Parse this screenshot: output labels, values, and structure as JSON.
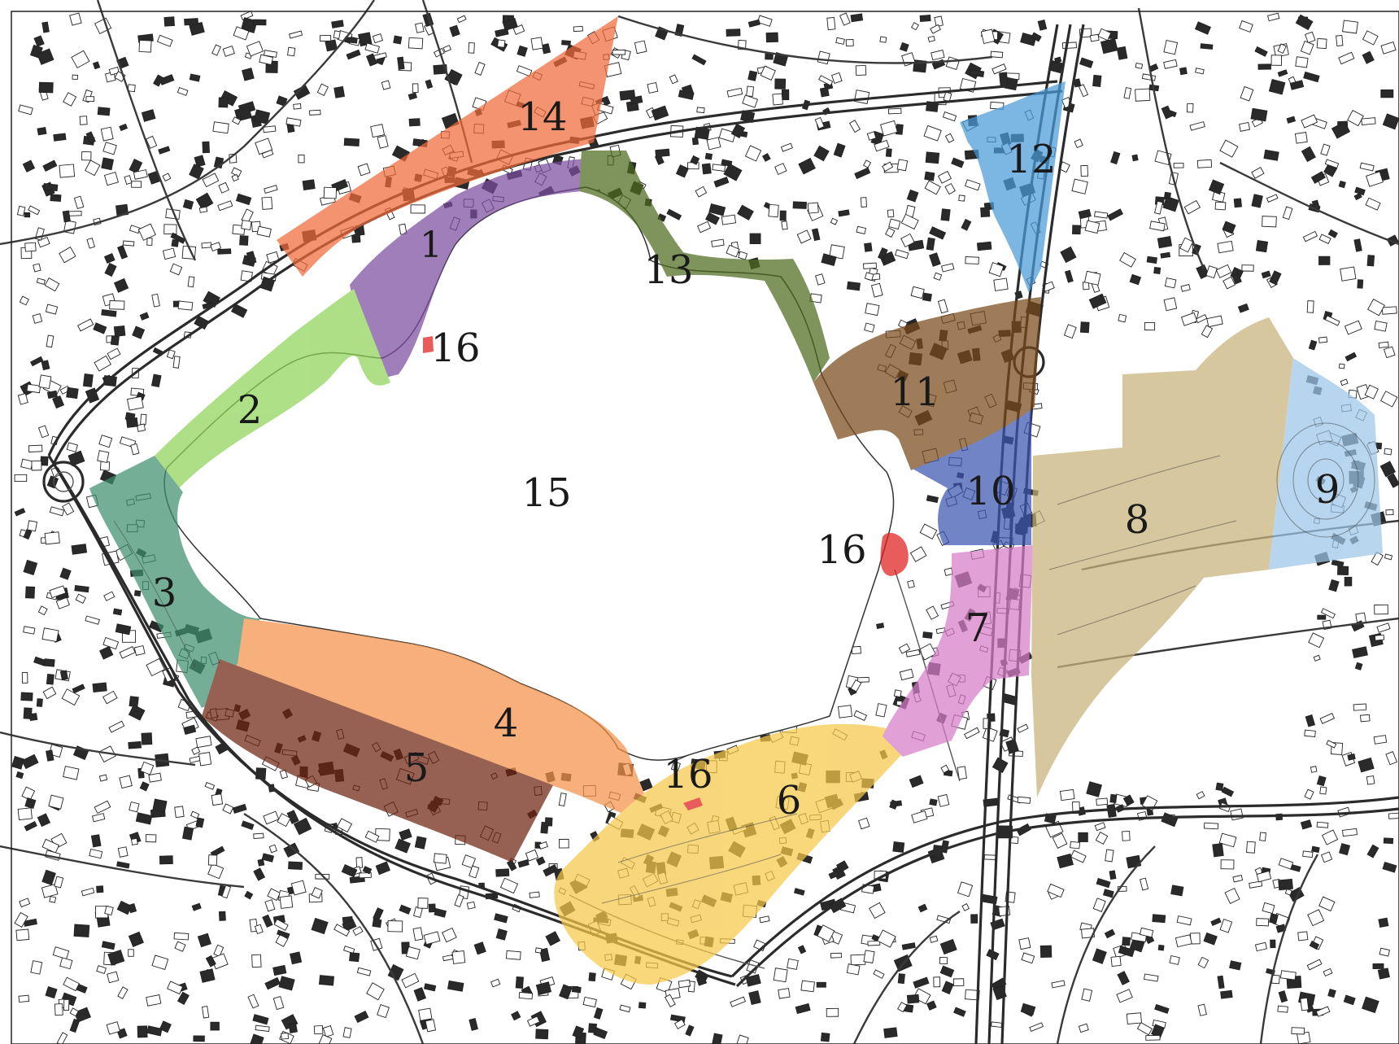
{
  "colors": {
    "background": "#ffffff",
    "building": "#2a2a2a",
    "lake": "#ffffff",
    "zone_1": "#7b4da0",
    "zone_2": "#8fd45a",
    "zone_3": "#3f8f6f",
    "zone_4": "#f4924a",
    "zone_5": "#6e2410",
    "zone_6": "#f6c94a",
    "zone_7": "#d67cc7",
    "zone_8": "#c8b27a",
    "zone_9": "#9cc6e8",
    "zone_10": "#3b56b0",
    "zone_11": "#7a4a1a",
    "zone_12": "#4a9ad8",
    "zone_13": "#4e6a1e",
    "zone_14": "#f06a3a",
    "zone_16": "#e01e1e"
  },
  "zones": [
    {
      "label": "1"
    },
    {
      "label": "2"
    },
    {
      "label": "3"
    },
    {
      "label": "4"
    },
    {
      "label": "5"
    },
    {
      "label": "6"
    },
    {
      "label": "7"
    },
    {
      "label": "8"
    },
    {
      "label": "9"
    },
    {
      "label": "10"
    },
    {
      "label": "11"
    },
    {
      "label": "12"
    },
    {
      "label": "13"
    },
    {
      "label": "14"
    },
    {
      "label": "15"
    },
    {
      "label": "16"
    },
    {
      "label": "16"
    },
    {
      "label": "16"
    }
  ]
}
